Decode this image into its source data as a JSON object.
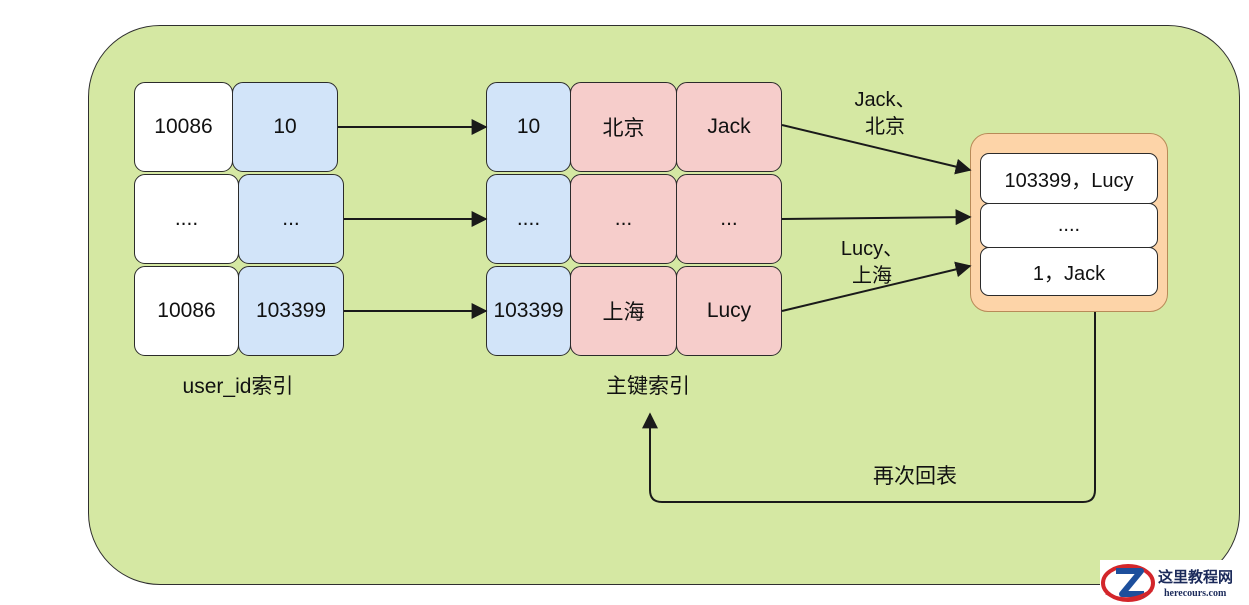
{
  "user_id_index": {
    "label": "user_id索引",
    "rows": [
      {
        "key": "10086",
        "pk": "10"
      },
      {
        "key": "....",
        "pk": "..."
      },
      {
        "key": "10086",
        "pk": "103399"
      }
    ]
  },
  "primary_index": {
    "label": "主键索引",
    "rows": [
      {
        "pk": "10",
        "city": "北京",
        "name": "Jack"
      },
      {
        "pk": "....",
        "city": "...",
        "name": "..."
      },
      {
        "pk": "103399",
        "city": "上海",
        "name": "Lucy"
      }
    ]
  },
  "edge_labels": {
    "jack": {
      "line1": "Jack、",
      "line2": "北京"
    },
    "lucy": {
      "line1": "Lucy、",
      "line2": "上海"
    }
  },
  "result": {
    "rows": [
      "103399，Lucy",
      "....",
      "1，Jack"
    ]
  },
  "loop_label": "再次回表",
  "watermark": {
    "name": "这里教程网",
    "url": "herecours.com"
  },
  "colors": {
    "panel": "#d5e8a3",
    "key_cell": "#ffffff",
    "pk_cell": "#d2e4f9",
    "field_cell": "#f6cdcb",
    "result_box": "#fdd4a8",
    "line": "#1a1a1a"
  }
}
